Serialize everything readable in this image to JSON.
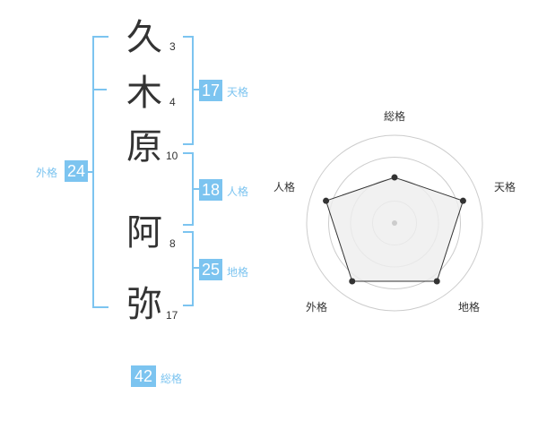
{
  "name_chars": [
    {
      "char": "久",
      "strokes": "3"
    },
    {
      "char": "木",
      "strokes": "4"
    },
    {
      "char": "原",
      "strokes": "10"
    },
    {
      "char": "阿",
      "strokes": "8"
    },
    {
      "char": "弥",
      "strokes": "17"
    }
  ],
  "fortune": {
    "tenkaku": {
      "value": "17",
      "label": "天格"
    },
    "jinkaku": {
      "value": "18",
      "label": "人格"
    },
    "chikaku": {
      "value": "25",
      "label": "地格"
    },
    "gaikaku": {
      "value": "24",
      "label": "外格"
    },
    "soukaku": {
      "value": "42",
      "label": "総格"
    }
  },
  "radar": {
    "labels": [
      "総格",
      "天格",
      "地格",
      "外格",
      "人格"
    ],
    "levels": 4,
    "values": [
      0.52,
      0.82,
      0.82,
      0.82,
      0.82
    ],
    "colors": {
      "accent": "#7cc4f0",
      "fill": "#eeeeee",
      "line": "#333333",
      "grid": "#cccccc"
    }
  }
}
